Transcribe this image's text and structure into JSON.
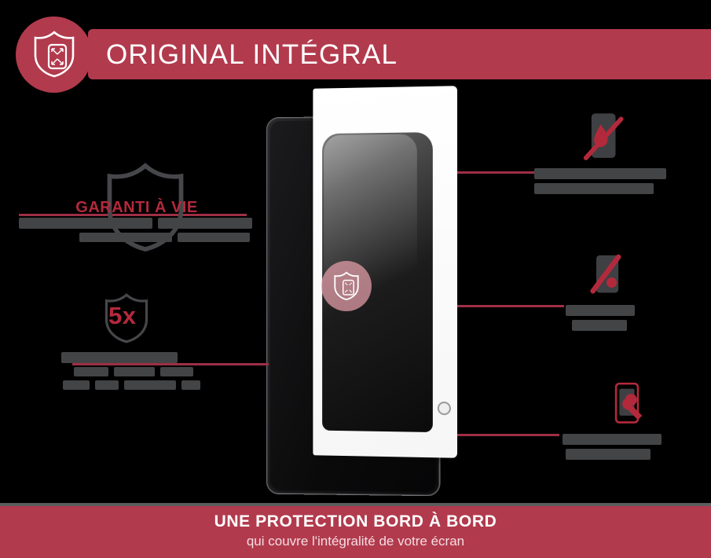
{
  "header": {
    "title": "ORIGINAL INTÉGRAL",
    "badge_icon": "shield-phone-icon",
    "bar_color": "#b23a4d",
    "title_color": "#ffffff"
  },
  "product": {
    "device_icon": "smartphone-illustration",
    "glass_icon": "tempered-glass-sheet",
    "watermark_icon": "shield-phone-watermark",
    "camera_icon": "camera-hole-cutout"
  },
  "callouts": {
    "left": [
      {
        "id": "garanti-a-vie",
        "icon": "shield-outline-icon",
        "headline": "GARANTI À VIE",
        "headline_color": "#b3293c",
        "body_redacted": true,
        "body_lines": [
          [
            170,
            14,
            120,
            14
          ],
          [
            118,
            12,
            92,
            12
          ]
        ]
      },
      {
        "id": "resistance-5x",
        "icon": "shield-5x-icon",
        "headline": "5x",
        "headline_color": "#b3293c",
        "body_redacted": true,
        "body_lines": [
          [
            148,
            14
          ],
          [
            44,
            12,
            52,
            12,
            42,
            12
          ],
          [
            34,
            12,
            30,
            12,
            66,
            12,
            24,
            12
          ]
        ]
      }
    ],
    "right": [
      {
        "id": "anti-traces",
        "icon": "phone-no-smudge-icon",
        "body_redacted": true,
        "body_lines": [
          [
            168,
            14
          ],
          [
            152,
            14
          ]
        ]
      },
      {
        "id": "anti-bulles",
        "icon": "phone-no-bubbles-icon",
        "body_redacted": true,
        "body_lines": [
          [
            88,
            14
          ],
          [
            70,
            14
          ]
        ]
      },
      {
        "id": "pose-facile",
        "icon": "phone-wrench-icon",
        "body_redacted": true,
        "body_lines": [
          [
            126,
            14
          ],
          [
            108,
            14
          ]
        ]
      }
    ]
  },
  "connectors": {
    "color": "#9e2f45",
    "count": 5
  },
  "footer": {
    "title": "UNE PROTECTION BORD À BORD",
    "subtitle": "qui couvre l'intégralité de votre écran",
    "bar_color": "#b23a4d"
  }
}
